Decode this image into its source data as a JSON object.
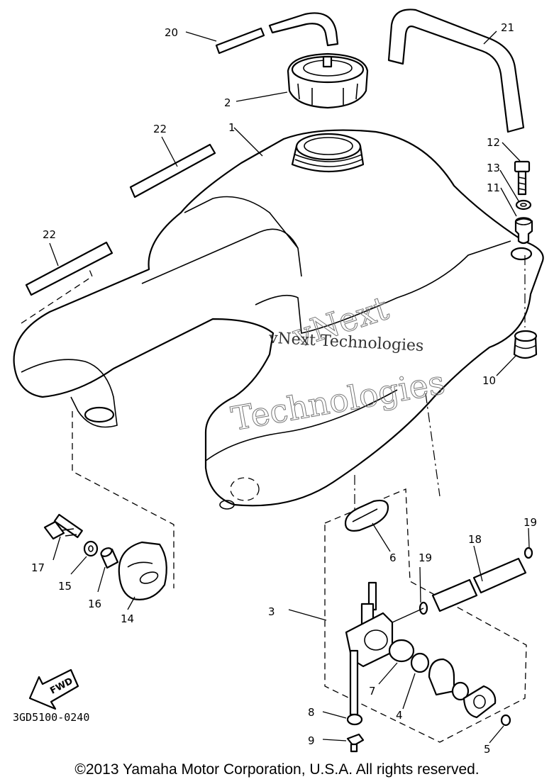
{
  "callouts": {
    "c1": "1",
    "c2": "2",
    "c3": "3",
    "c4": "4",
    "c5": "5",
    "c6": "6",
    "c7": "7",
    "c8": "8",
    "c9": "9",
    "c10": "10",
    "c11": "11",
    "c12": "12",
    "c13": "13",
    "c14": "14",
    "c15": "15",
    "c16": "16",
    "c17": "17",
    "c18": "18",
    "c19a": "19",
    "c19b": "19",
    "c20": "20",
    "c21": "21",
    "c22a": "22",
    "c22b": "22"
  },
  "fwd_label": "FWD",
  "diagram_code": "3GD5100-0240",
  "watermark": {
    "line1": "vNext Technologies",
    "outline1": "vNext",
    "outline2": "Technologies"
  },
  "copyright": "©2013 Yamaha Motor Corporation, U.S.A. All rights reserved."
}
